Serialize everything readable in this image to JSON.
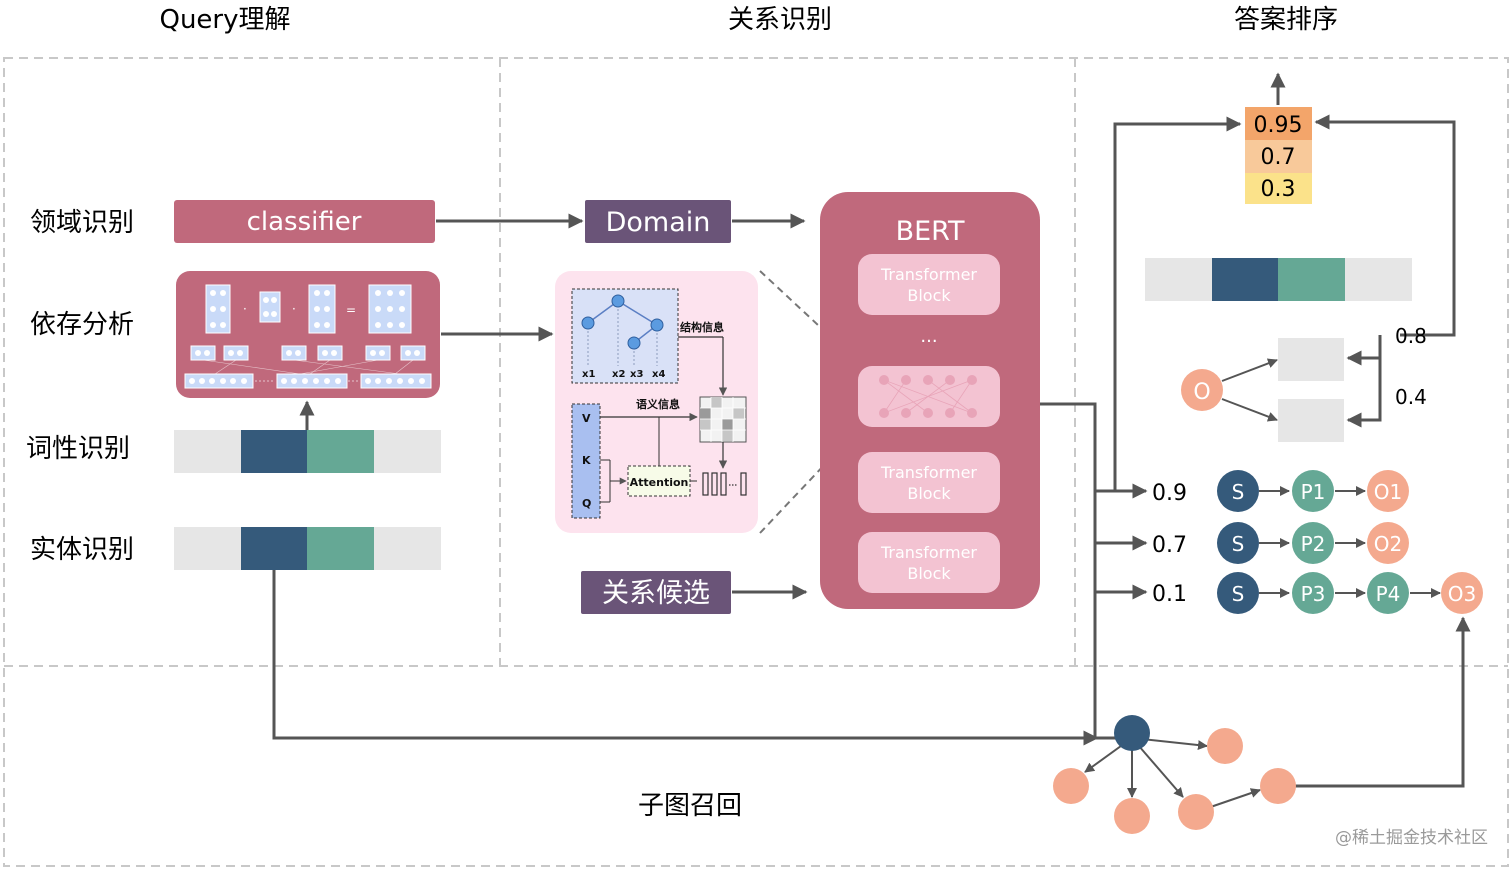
{
  "sections": {
    "query": "Query理解",
    "relation": "关系识别",
    "ranking": "答案排序",
    "subgraph": "子图召回"
  },
  "rows": {
    "domain": "领域识别",
    "dependency": "依存分析",
    "pos": "词性识别",
    "entity": "实体识别"
  },
  "boxes": {
    "classifier": "classifier",
    "domain": "Domain",
    "relation_candidates": "关系候选"
  },
  "bert": {
    "title": "BERT",
    "block1": [
      "Transformer",
      "Block"
    ],
    "ellipsis": "...",
    "block2": [
      "Transformer",
      "Block"
    ],
    "block3": [
      "Transformer",
      "Block"
    ]
  },
  "detail": {
    "structure_info": "结构信息",
    "semantic_info": "语义信息",
    "attention": "Attention",
    "x1": "x1",
    "x2": "x2",
    "x3": "x3",
    "x4": "x4",
    "v": "V",
    "k": "K",
    "q": "Q"
  },
  "scores": {
    "top": [
      "0.95",
      "0.7",
      "0.3"
    ],
    "branch_upper": "0.8",
    "branch_lower": "0.4",
    "paths": [
      "0.9",
      "0.7",
      "0.1"
    ]
  },
  "nodes": {
    "o": "O",
    "path1": [
      "S",
      "P1",
      "O1"
    ],
    "path2": [
      "S",
      "P2",
      "O2"
    ],
    "path3": [
      "S",
      "P3",
      "P4",
      "O3"
    ]
  },
  "watermark": "@稀土掘金技术社区",
  "colors": {
    "rose": "#c0697c",
    "plum": "#6a5478",
    "navy": "#355a7b",
    "teal": "#65a895",
    "grey": "#e6e6e6",
    "salmon": "#f4a98e",
    "pink_light": "#f3c3d2",
    "orange": "#f3a56a",
    "peach": "#f8c99a",
    "yellow": "#fbe28a"
  }
}
